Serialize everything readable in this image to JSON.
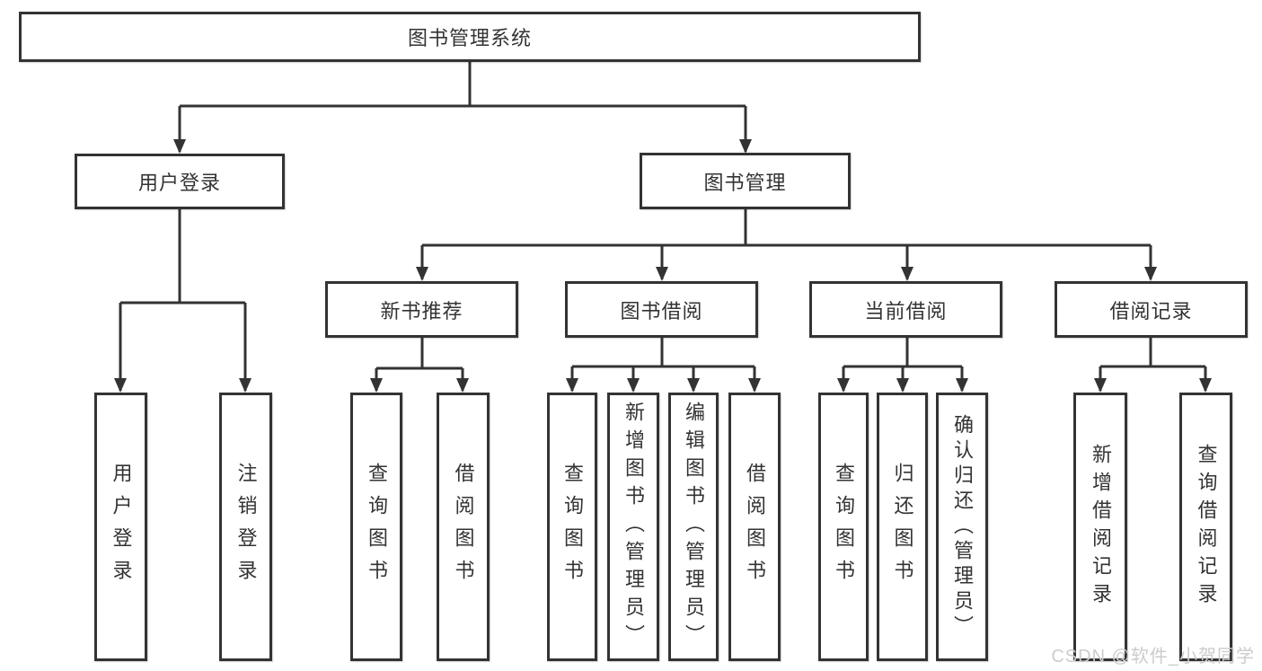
{
  "diagram": {
    "root": "图书管理系统",
    "level2": {
      "login": "用户登录",
      "management": "图书管理"
    },
    "level3": {
      "recommend": "新书推荐",
      "borrow": "图书借阅",
      "current": "当前借阅",
      "records": "借阅记录"
    },
    "leaves": {
      "login": [
        "用户登录",
        "注销登录"
      ],
      "recommend": [
        "查询图书",
        "借阅图书"
      ],
      "borrow": [
        "查询图书",
        "新增图书（管理员）",
        "编辑图书（管理员）",
        "借阅图书"
      ],
      "current": [
        "查询图书",
        "归还图书",
        "确认归还（管理员）"
      ],
      "records": [
        "新增借阅记录",
        "查询借阅记录"
      ]
    }
  },
  "watermark": "CSDN @软件_小贺同学",
  "colors": {
    "line": "#333333",
    "text": "#333333",
    "background": "#ffffff",
    "watermark": "#cccccc"
  }
}
